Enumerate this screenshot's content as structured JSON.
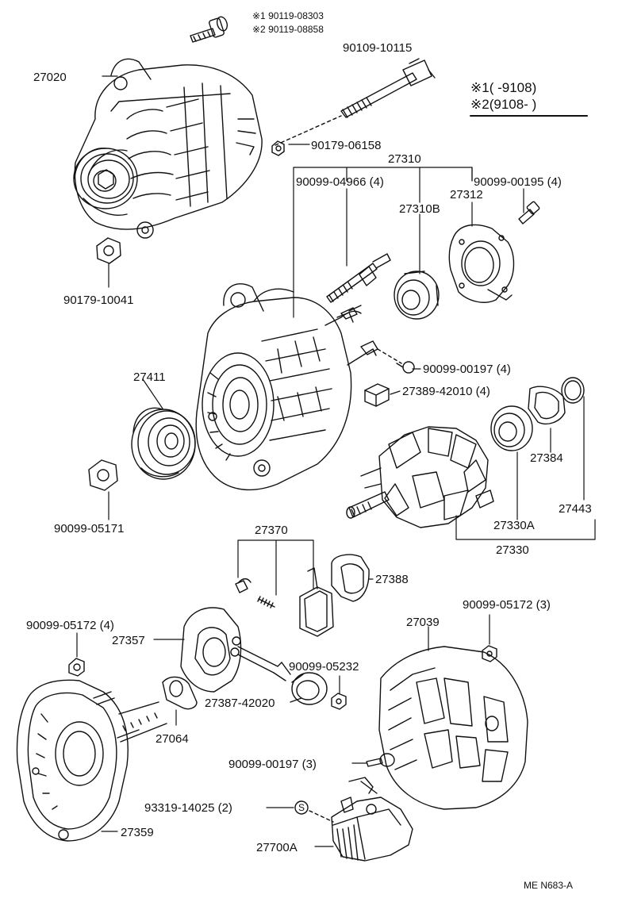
{
  "labels": {
    "bolt_note_1": "※1 90119-08303",
    "bolt_note_2": "※2 90119-08858",
    "bolt_long": "90109-10115",
    "alternator_assy": "27020",
    "legend_1": "※1(      -9108)",
    "legend_2": "※2(9108-      )",
    "nut_small": "90179-06158",
    "coil_assy": "27310",
    "stud_bolt_4": "90099-04966 (4)",
    "screw_195": "90099-00195 (4)",
    "plate": "27312",
    "bearing_b": "27310B",
    "nut_41": "90179-10041",
    "screw_197_4": "90099-00197 (4)",
    "pulley": "27411",
    "insulator": "27389-42010 (4)",
    "cover": "27384",
    "bearing_a": "27330A",
    "ring": "27443",
    "rotor": "27330",
    "nut_171": "90099-05171",
    "brush_holder": "27370",
    "holder_cover": "27388",
    "nut_172_4": "90099-05172 (4)",
    "nut_172_3": "90099-05172 (3)",
    "rect_holder": "27357",
    "frame": "27039",
    "nut_232": "90099-05232",
    "rect_insulator": "27387-42020",
    "gasket": "27064",
    "screw_197_3": "90099-00197 (3)",
    "screw_025": "93319-14025 (2)",
    "end_frame": "27359",
    "regulator": "27700A",
    "diagram_code": "ME  N683-A"
  }
}
